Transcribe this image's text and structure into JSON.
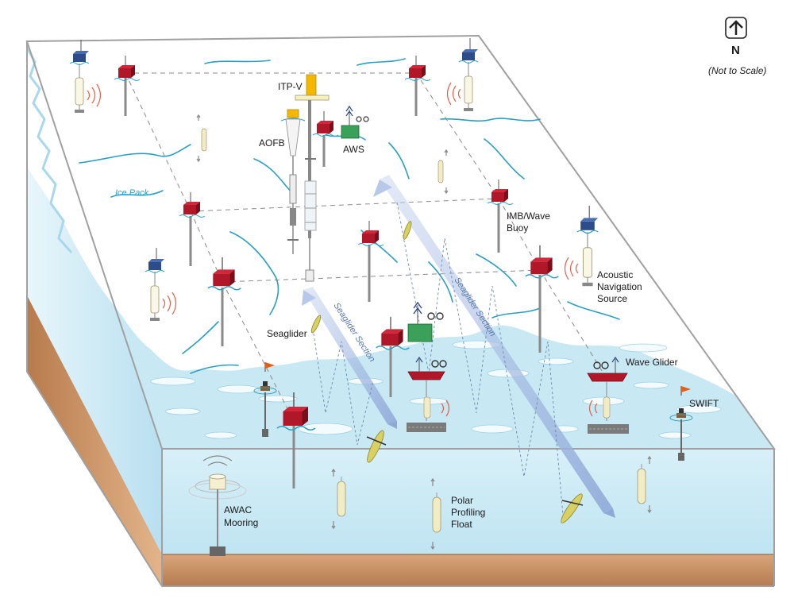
{
  "labels": {
    "itp": "ITP-V",
    "aofb": "AOFB",
    "aws": "AWS",
    "ice_pack": "Ice Pack",
    "imb_line1": "IMB/Wave",
    "imb_line2": "Buoy",
    "acoustic_line1": "Acoustic",
    "acoustic_line2": "Navigation",
    "acoustic_line3": "Source",
    "seaglider": "Seaglider",
    "seaglider_section": "Seaglider Section",
    "wave_glider": "Wave Glider",
    "swift": "SWIFT",
    "awac_line1": "AWAC",
    "awac_line2": "Mooring",
    "ppf_line1": "Polar",
    "ppf_line2": "Profiling",
    "ppf_line3": "Float",
    "not_to_scale": "(Not to Scale)",
    "north": "N"
  },
  "colors": {
    "ocean": "#c6e7f2",
    "ocean_side": "#d9f1f9",
    "ice": "#ffffff",
    "crack": "#2a9fc0",
    "seabed": "#c8926a",
    "buoy_red": "#b0182a",
    "accent_yellow": "#f5b800",
    "aws_green": "#3aa05a",
    "glider_yellow": "#d8d060",
    "section_arrow": "#a8bde0"
  },
  "icons": [
    "north-arrow-icon",
    "imb-buoy-icon",
    "acoustic-source-icon",
    "itp-icon",
    "aofb-icon",
    "aws-icon",
    "seaglider-icon",
    "wave-glider-icon",
    "swift-icon",
    "awac-mooring-icon",
    "profiling-float-icon",
    "sound-wave-icon"
  ]
}
